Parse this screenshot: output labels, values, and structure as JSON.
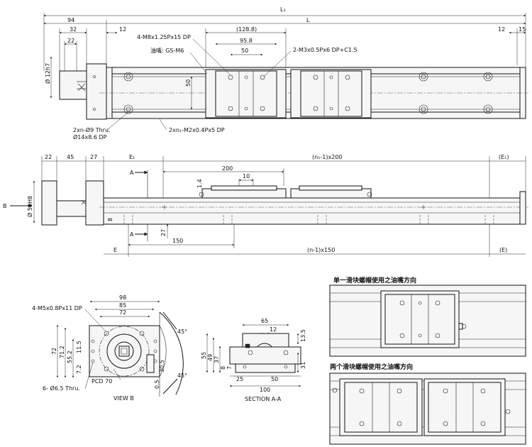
{
  "dims": {
    "top_L1": "L₁",
    "top_94": "94",
    "top_L": "L",
    "top_32": "32",
    "top_12_left": "12",
    "top_128_8": "(128.8)",
    "top_12_right": "12",
    "top_15": "15",
    "top_22": "22",
    "top_95_8": "95.8",
    "top_50": "50",
    "top_50_vert": "50",
    "shaft_d": "Ø 12h7",
    "front_22": "22",
    "front_45": "45",
    "front_27": "27",
    "front_E1": "E₁",
    "front_n1x200": "(n₁-1)x200",
    "front_E1_right": "(E₁)",
    "front_200": "200",
    "front_10": "10",
    "front_1_4": "1.4",
    "front_50H8": "Ø 50H8",
    "front_8": "8",
    "front_27_vert": "27",
    "front_150": "150",
    "front_E": "E",
    "front_nx150": "(n-1)x150",
    "front_E_right": "(E)",
    "vb_98": "98",
    "vb_85": "85",
    "vb_72": "72",
    "vb_72_vert": "72",
    "vb_71_2": "71.2",
    "vb_55_2": "55.2",
    "vb_11_5": "11.5",
    "vb_7_2": "7.2",
    "vb_30_5": "30.5",
    "vb_0_5": "0.5",
    "vb_45_top": "45°",
    "vb_45_bot": "45°",
    "sa_65": "65",
    "sa_12": "12",
    "sa_13_5": "13.5",
    "sa_55": "55",
    "sa_49": "49",
    "sa_37": "37",
    "sa_8": "8",
    "sa_7": "7",
    "sa_31": "31",
    "sa_25": "25",
    "sa_50": "50",
    "sa_100": "100"
  },
  "labels": {
    "m8": "4-M8x1.25Px15 DP",
    "oil": "油嘴: GS-M6",
    "m3": "2-M3x0.5Px6 DP+C1.5",
    "thru_9": "2xn-Ø9 Thru.",
    "cb_14": "Ø14x8.6 DP",
    "m2": "2xn₁-M2x0.4Px5 DP",
    "A_top": "A",
    "A_bot": "A",
    "B": "B",
    "m5": "4-M5x0.8Px11 DP",
    "pcd": "PCD 70",
    "thru_6_5": "6- Ø6.5 Thru.",
    "view_b": "VIEW B",
    "section_aa": "SECTION A-A",
    "single_title": "单一滑块螺帽使用之油嘴方向",
    "double_title": "两个滑块螺帽使用之油嘴方向"
  }
}
